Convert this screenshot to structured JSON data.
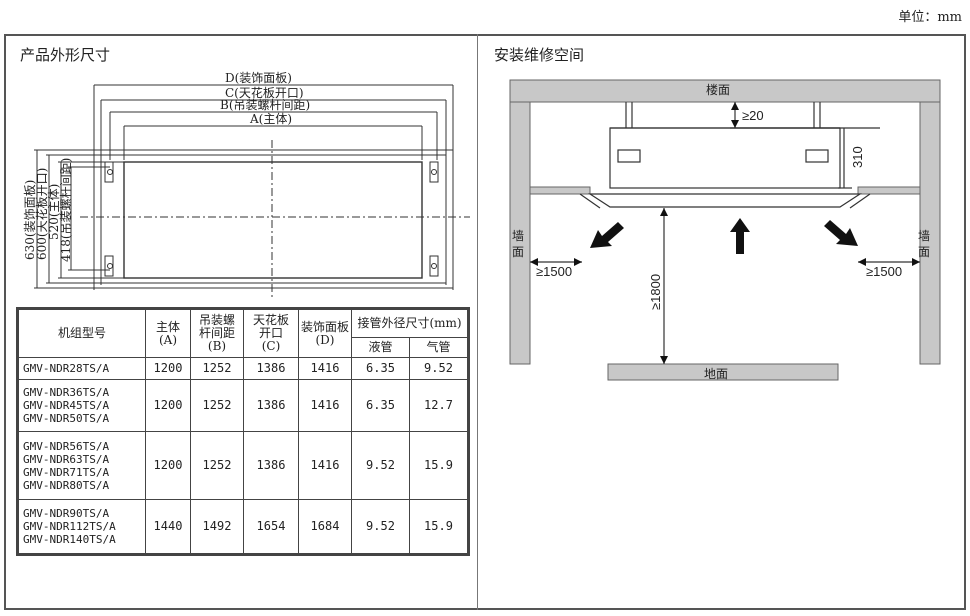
{
  "unit_label": "单位：mm",
  "left_title": "产品外形尺寸",
  "right_title": "安装维修空间",
  "dim_top": {
    "d": "D(装饰面板)",
    "c": "C(天花板开口)",
    "b": "B(吊装螺杆间距)",
    "a": "A(主体)"
  },
  "dim_side": {
    "s630": "630(装饰面板)",
    "s600": "600(天花板开口)",
    "s520": "520(主体)",
    "s418": "418(吊装螺杆间距)"
  },
  "table": {
    "h_model": "机组型号",
    "h_a": [
      "主体",
      "(A)"
    ],
    "h_b": [
      "吊装螺",
      "杆间距",
      "(B)"
    ],
    "h_c": [
      "天花板",
      "开口",
      "(C)"
    ],
    "h_d": [
      "装饰面板",
      "(D)"
    ],
    "h_pipe": "接管外径尺寸(mm)",
    "h_liquid": "液管",
    "h_gas": "气管",
    "rows": [
      {
        "models": [
          "GMV-NDR28TS/A"
        ],
        "a": "1200",
        "b": "1252",
        "c": "1386",
        "d": "1416",
        "liquid": "6.35",
        "gas": "9.52"
      },
      {
        "models": [
          "GMV-NDR36TS/A",
          "GMV-NDR45TS/A",
          "GMV-NDR50TS/A"
        ],
        "a": "1200",
        "b": "1252",
        "c": "1386",
        "d": "1416",
        "liquid": "6.35",
        "gas": "12.7"
      },
      {
        "models": [
          "GMV-NDR56TS/A",
          "GMV-NDR63TS/A",
          "GMV-NDR71TS/A",
          "GMV-NDR80TS/A"
        ],
        "a": "1200",
        "b": "1252",
        "c": "1386",
        "d": "1416",
        "liquid": "9.52",
        "gas": "15.9"
      },
      {
        "models": [
          "GMV-NDR90TS/A",
          "GMV-NDR112TS/A",
          "GMV-NDR140TS/A"
        ],
        "a": "1440",
        "b": "1492",
        "c": "1654",
        "d": "1684",
        "liquid": "9.52",
        "gas": "15.9"
      }
    ]
  },
  "install": {
    "floor_top": "楼面",
    "floor_bottom": "地面",
    "wall": "墙面",
    "wall_left": [
      "墙",
      "面"
    ],
    "wall_right": [
      "墙",
      "面"
    ],
    "gap_top": "≥20",
    "height_unit": "310",
    "side_left": "≥1500",
    "side_right": "≥1500",
    "floor_clear": "≥1800"
  }
}
